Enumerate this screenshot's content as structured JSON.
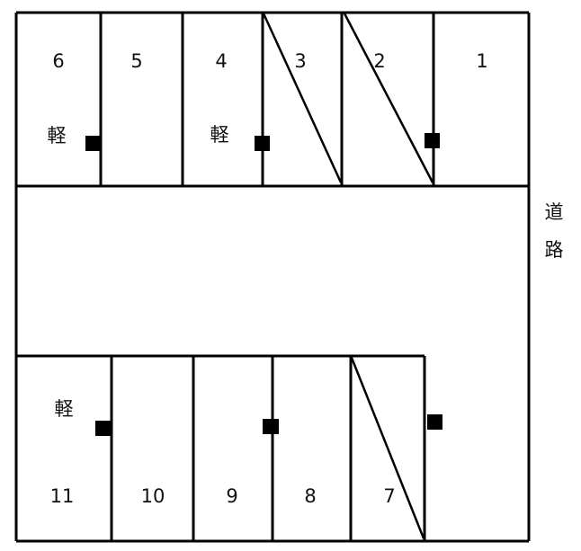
{
  "diagram": {
    "type": "parking-lot-layout",
    "line_color": "#000000",
    "background": "#ffffff",
    "road_label": [
      "道",
      "路"
    ],
    "kei_label": "軽",
    "top_row": [
      {
        "number": "6",
        "kei": true,
        "unavailable": false
      },
      {
        "number": "5",
        "kei": false,
        "unavailable": false
      },
      {
        "number": "4",
        "kei": true,
        "unavailable": false
      },
      {
        "number": "3",
        "kei": false,
        "unavailable": true
      },
      {
        "number": "2",
        "kei": false,
        "unavailable": true
      },
      {
        "number": "1",
        "kei": false,
        "unavailable": false
      }
    ],
    "bottom_row": [
      {
        "number": "11",
        "kei": true,
        "unavailable": false
      },
      {
        "number": "10",
        "kei": false,
        "unavailable": false
      },
      {
        "number": "9",
        "kei": false,
        "unavailable": false
      },
      {
        "number": "8",
        "kei": false,
        "unavailable": false
      },
      {
        "number": "7",
        "kei": false,
        "unavailable": true
      }
    ],
    "markers_count": 6
  }
}
